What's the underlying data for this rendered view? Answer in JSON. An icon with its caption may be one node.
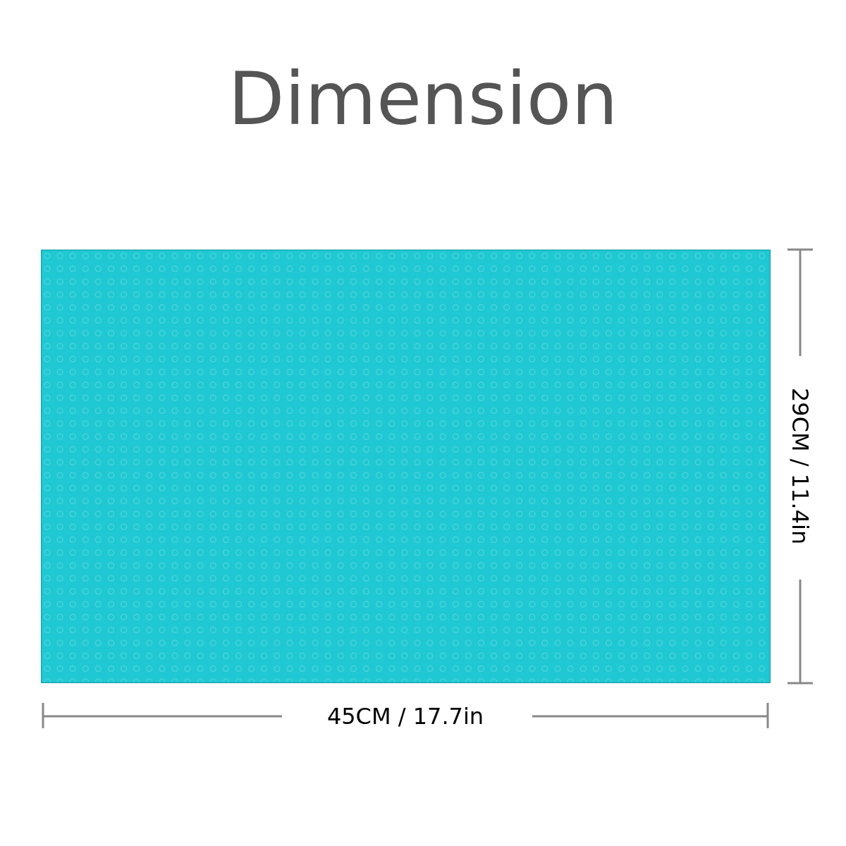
{
  "diagram": {
    "title": "Dimension",
    "labels": [
      "29CM / 11.4in",
      "45CM / 17.7in"
    ]
  }
}
